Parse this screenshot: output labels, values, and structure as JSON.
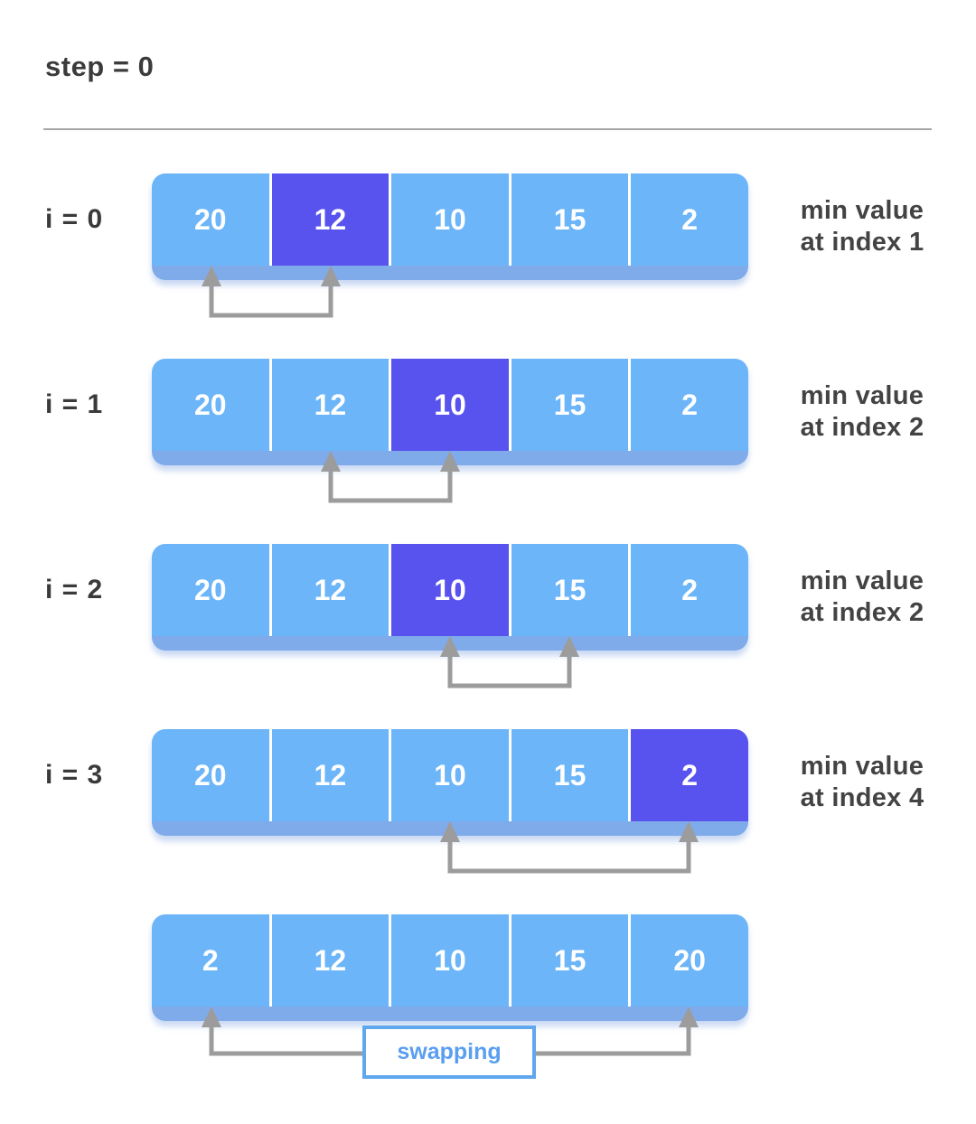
{
  "title": "step = 0",
  "colors": {
    "cell_blue": "#6cb5f8",
    "highlight_purple": "#5852ee",
    "shadow_band": "#7fabea",
    "cell_divider": "#ffffff",
    "arrow_gray": "#9c9c9c",
    "swap_box_border": "#60a7ee",
    "swap_text": "#599ef1",
    "heading_text": "#3b3b3b",
    "note_text": "#434343"
  },
  "rows": [
    {
      "label": "i = 0",
      "values": [
        "20",
        "12",
        "10",
        "15",
        "2"
      ],
      "highlight_index": 1,
      "note": "min value\nat index 1",
      "compare_from": 0,
      "compare_to": 1
    },
    {
      "label": "i = 1",
      "values": [
        "20",
        "12",
        "10",
        "15",
        "2"
      ],
      "highlight_index": 2,
      "note": "min value\nat index 2",
      "compare_from": 1,
      "compare_to": 2
    },
    {
      "label": "i = 2",
      "values": [
        "20",
        "12",
        "10",
        "15",
        "2"
      ],
      "highlight_index": 2,
      "note": "min value\nat index 2",
      "compare_from": 2,
      "compare_to": 3
    },
    {
      "label": "i = 3",
      "values": [
        "20",
        "12",
        "10",
        "15",
        "2"
      ],
      "highlight_index": 4,
      "note": "min value\nat index 4",
      "compare_from": 2,
      "compare_to": 4
    },
    {
      "label": "",
      "values": [
        "2",
        "12",
        "10",
        "15",
        "20"
      ],
      "highlight_index": null,
      "note": "",
      "compare_from": 0,
      "compare_to": 4,
      "swap_label": "swapping"
    }
  ]
}
